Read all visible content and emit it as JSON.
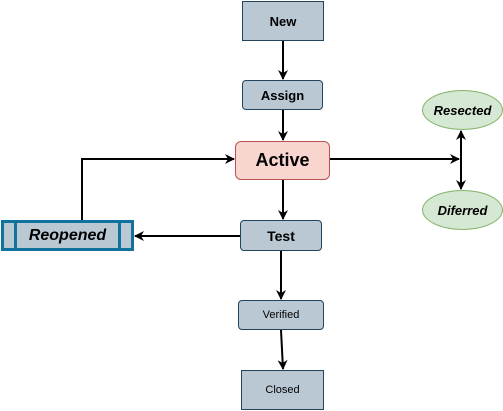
{
  "nodes": {
    "new": "New",
    "assign": "Assign",
    "active": "Active",
    "test": "Test",
    "verified": "Verified",
    "closed": "Closed",
    "resected": "Resected",
    "diferred": "Diferred",
    "reopened": "Reopened"
  },
  "colors": {
    "state_fill": "#bac8d3",
    "state_border": "#23445d",
    "active_fill": "#f9d5cf",
    "active_border": "#b85450",
    "terminal_fill": "#d5e8d4",
    "terminal_border": "#82b366",
    "reopened_border": "#10739e",
    "arrow": "#000000"
  }
}
